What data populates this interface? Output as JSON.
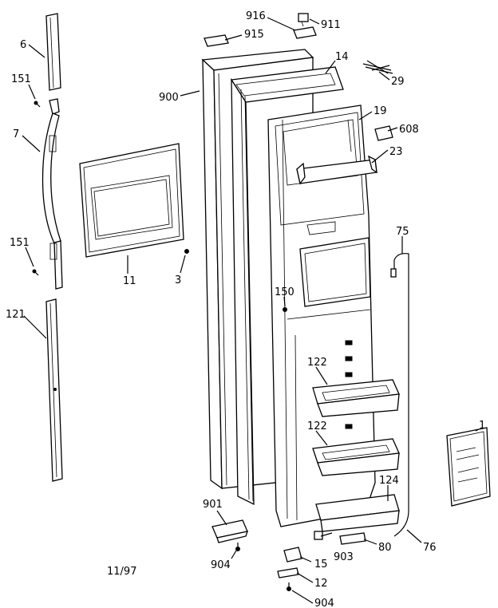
{
  "date_code": "11/97",
  "parts": [
    {
      "id": "p6",
      "number": "6"
    },
    {
      "id": "p151a",
      "number": "151"
    },
    {
      "id": "p7",
      "number": "7"
    },
    {
      "id": "p151b",
      "number": "151"
    },
    {
      "id": "p121",
      "number": "121"
    },
    {
      "id": "p11",
      "number": "11"
    },
    {
      "id": "p3",
      "number": "3"
    },
    {
      "id": "p900",
      "number": "900"
    },
    {
      "id": "p916",
      "number": "916"
    },
    {
      "id": "p915",
      "number": "915"
    },
    {
      "id": "p911",
      "number": "911"
    },
    {
      "id": "p14",
      "number": "14"
    },
    {
      "id": "p29",
      "number": "29"
    },
    {
      "id": "p19",
      "number": "19"
    },
    {
      "id": "p608",
      "number": "608"
    },
    {
      "id": "p23",
      "number": "23"
    },
    {
      "id": "p75",
      "number": "75"
    },
    {
      "id": "p150",
      "number": "150"
    },
    {
      "id": "p122a",
      "number": "122"
    },
    {
      "id": "p122b",
      "number": "122"
    },
    {
      "id": "p1",
      "number": "1"
    },
    {
      "id": "p124",
      "number": "124"
    },
    {
      "id": "p901",
      "number": "901"
    },
    {
      "id": "p904a",
      "number": "904"
    },
    {
      "id": "p903",
      "number": "903"
    },
    {
      "id": "p80",
      "number": "80"
    },
    {
      "id": "p76",
      "number": "76"
    },
    {
      "id": "p15",
      "number": "15"
    },
    {
      "id": "p12",
      "number": "12"
    },
    {
      "id": "p904b",
      "number": "904"
    }
  ]
}
